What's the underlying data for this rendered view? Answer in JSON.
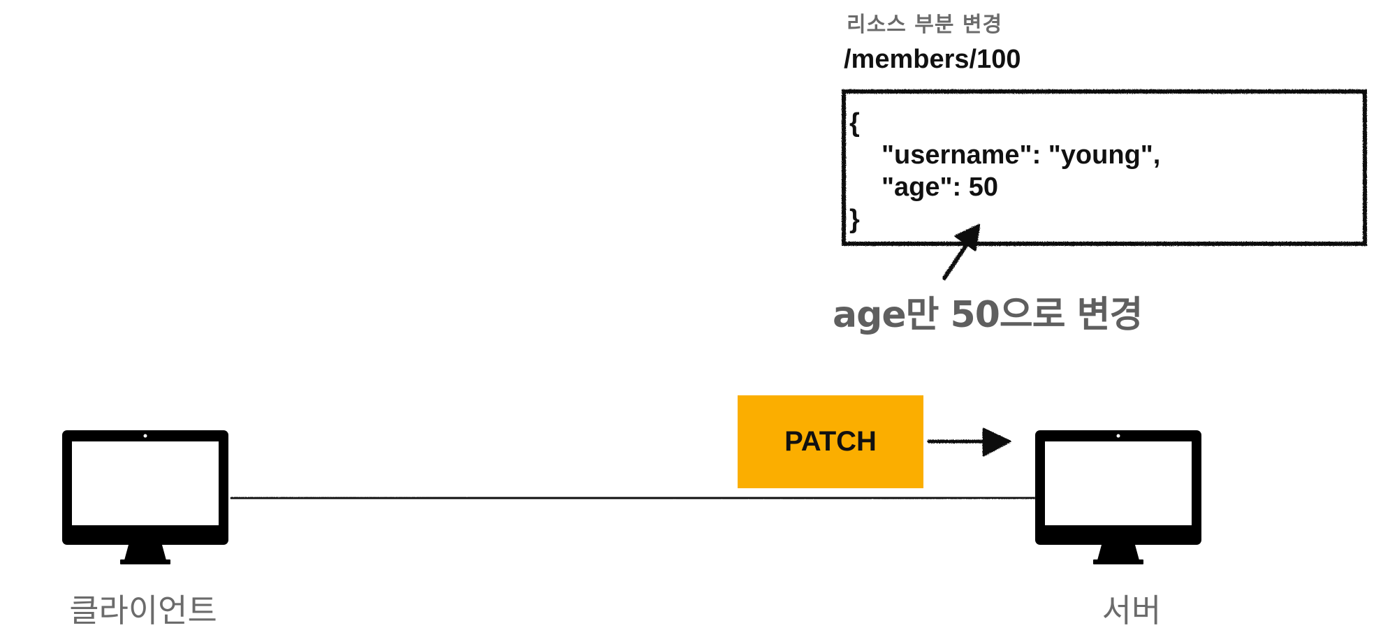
{
  "resource": {
    "caption": "리소스 부분 변경",
    "path": "/members/100",
    "json_lines": [
      "{",
      "\"username\": \"young\",",
      "\"age\": 50",
      "}"
    ]
  },
  "annotation": {
    "text": "age만 50으로 변경"
  },
  "request": {
    "method": "PATCH",
    "badge_color": "#FBAE00"
  },
  "nodes": {
    "client_label": "클라이언트",
    "server_label": "서버"
  },
  "icons": {
    "client": "monitor-icon",
    "server": "monitor-icon"
  }
}
